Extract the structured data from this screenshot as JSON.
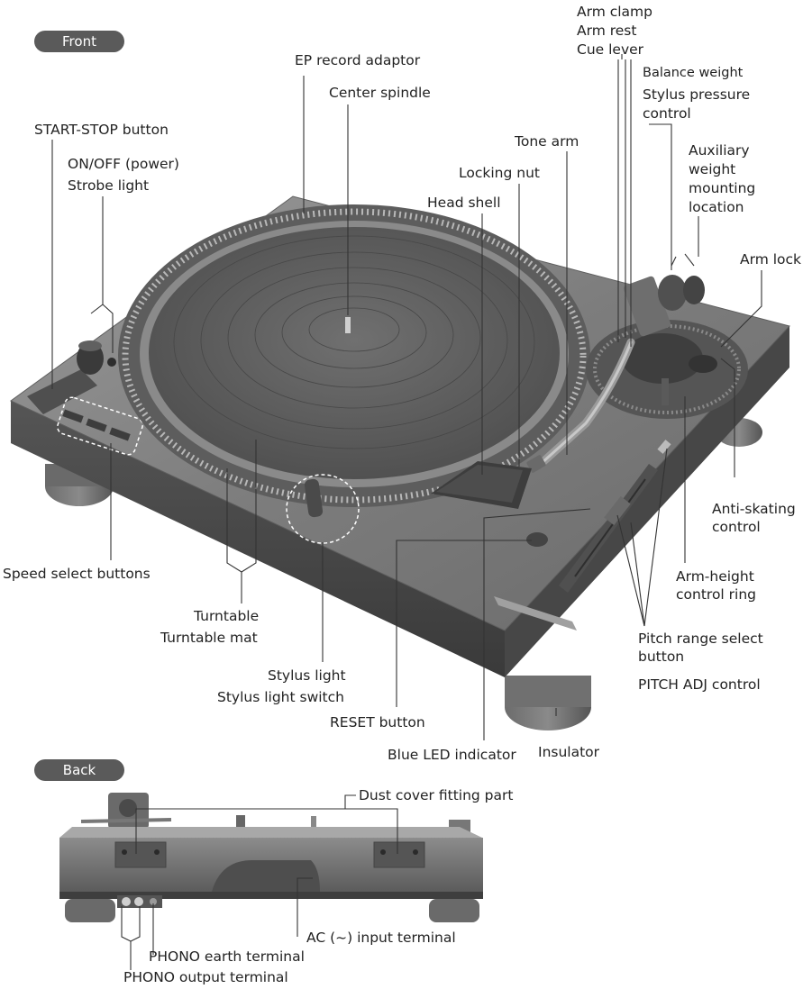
{
  "sections": {
    "front": "Front",
    "back": "Back"
  },
  "labels": {
    "arm_clamp": "Arm clamp",
    "arm_rest": "Arm rest",
    "cue_lever": "Cue lever",
    "balance_weight": "Balance weight",
    "stylus_pressure_1": "Stylus pressure",
    "stylus_pressure_2": "control",
    "ep_adaptor": "EP record adaptor",
    "center_spindle": "Center spindle",
    "start_stop": "START-STOP button",
    "tone_arm": "Tone arm",
    "on_off": "ON/OFF (power)",
    "strobe": "Strobe light",
    "aux_weight_1": "Auxiliary",
    "aux_weight_2": "weight",
    "aux_weight_3": "mounting",
    "aux_weight_4": "location",
    "locking_nut": "Locking nut",
    "head_shell": "Head shell",
    "arm_lock": "Arm lock",
    "anti_skating_1": "Anti-skating",
    "anti_skating_2": "control",
    "speed_select": "Speed select buttons",
    "arm_height_1": "Arm-height",
    "arm_height_2": "control ring",
    "turntable": "Turntable",
    "turntable_mat": "Turntable mat",
    "pitch_range_1": "Pitch range select",
    "pitch_range_2": "button",
    "stylus_light": "Stylus light",
    "stylus_light_switch": "Stylus light switch",
    "pitch_adj": "PITCH ADJ control",
    "reset": "RESET button",
    "blue_led": "Blue LED indicator",
    "insulator": "Insulator",
    "dust_cover": "Dust cover fitting part",
    "ac_input": "AC (~) input terminal",
    "phono_earth": "PHONO earth terminal",
    "phono_output": "PHONO output terminal"
  }
}
